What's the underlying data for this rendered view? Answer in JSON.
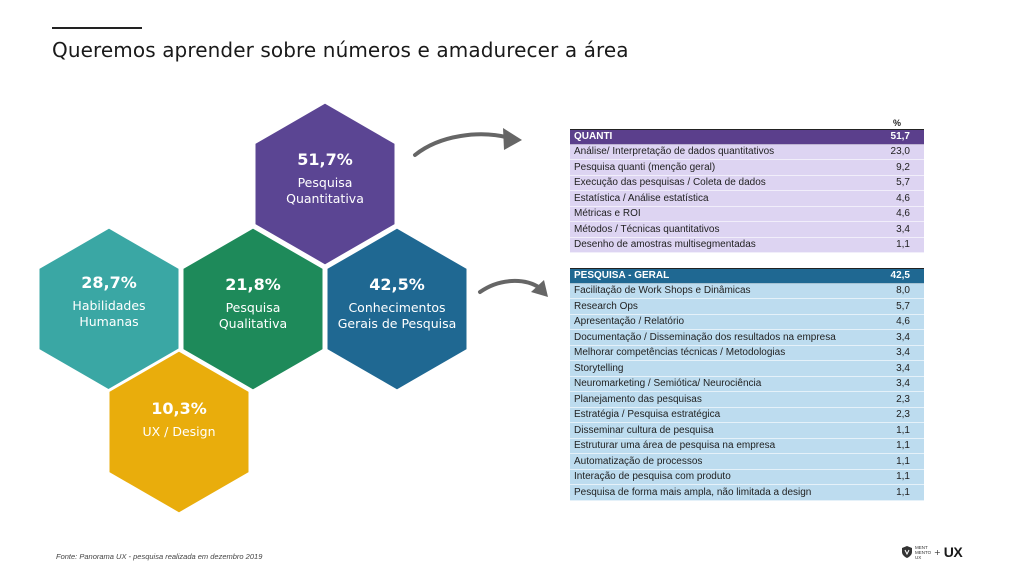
{
  "title": "Queremos aprender sobre números e amadurecer a área",
  "hexagons": [
    {
      "pct": "51,7%",
      "name": "Pesquisa\nQuantitativa",
      "color": "#5b4593"
    },
    {
      "pct": "28,7%",
      "name": "Habilidades\nHumanas",
      "color": "#3aa7a4"
    },
    {
      "pct": "21,8%",
      "name": "Pesquisa\nQualitativa",
      "color": "#1e8a5a"
    },
    {
      "pct": "42,5%",
      "name": "Conhecimentos\nGerais de Pesquisa",
      "color": "#1f6892"
    },
    {
      "pct": "10,3%",
      "name": "UX / Design",
      "color": "#e9ad0c"
    }
  ],
  "pct_header": "%",
  "quanti": {
    "head": {
      "label": "QUANTI",
      "value": "51,7"
    },
    "rows": [
      {
        "label": "Análise/ Interpretação de dados quantitativos",
        "value": "23,0"
      },
      {
        "label": "Pesquisa quanti (menção geral)",
        "value": "9,2"
      },
      {
        "label": "Execução das pesquisas / Coleta de dados",
        "value": "5,7"
      },
      {
        "label": "Estatística / Análise estatística",
        "value": "4,6"
      },
      {
        "label": "Métricas e ROI",
        "value": "4,6"
      },
      {
        "label": "Métodos / Técnicas quantitativos",
        "value": "3,4"
      },
      {
        "label": "Desenho de amostras multisegmentadas",
        "value": "1,1"
      }
    ]
  },
  "geral": {
    "head": {
      "label": "PESQUISA - GERAL",
      "value": "42,5"
    },
    "rows": [
      {
        "label": "Facilitação de Work Shops e Dinâmicas",
        "value": "8,0"
      },
      {
        "label": "Research Ops",
        "value": "5,7"
      },
      {
        "label": "Apresentação / Relatório",
        "value": "4,6"
      },
      {
        "label": "Documentação / Disseminação dos resultados na empresa",
        "value": "3,4"
      },
      {
        "label": "Melhorar competências técnicas / Metodologias",
        "value": "3,4"
      },
      {
        "label": "Storytelling",
        "value": "3,4"
      },
      {
        "label": "Neuromarketing / Semiótica/ Neurociência",
        "value": "3,4"
      },
      {
        "label": "Planejamento das pesquisas",
        "value": "2,3"
      },
      {
        "label": "Estratégia / Pesquisa estratégica",
        "value": "2,3"
      },
      {
        "label": "Disseminar cultura de pesquisa",
        "value": "1,1"
      },
      {
        "label": "Estruturar uma área de pesquisa na empresa",
        "value": "1,1"
      },
      {
        "label": "Automatização de processos",
        "value": "1,1"
      },
      {
        "label": "Interação de pesquisa com produto",
        "value": "1,1"
      },
      {
        "label": "Pesquisa de forma mais ampla, não limitada a design",
        "value": "1,1"
      }
    ]
  },
  "source": "Fonte: Panorama UX - pesquisa realizada em dezembro 2019",
  "logo": {
    "mini": "MENT\nMENTO\nUX",
    "plus": "+",
    "ux": "UX"
  },
  "arrow_color": "#666666"
}
